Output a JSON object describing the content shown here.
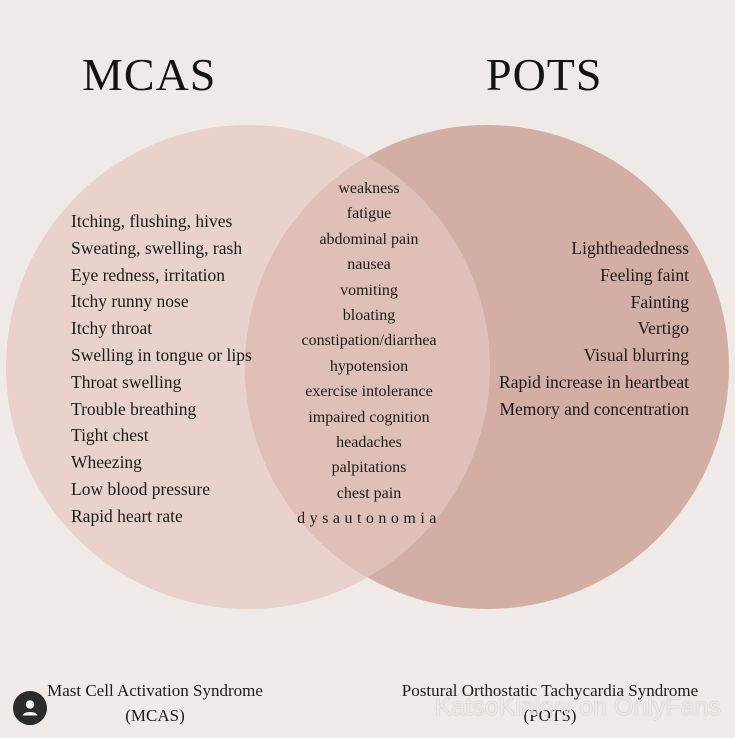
{
  "left_set": {
    "title": "MCAS",
    "items": [
      "Itching, flushing, hives",
      "Sweating, swelling, rash",
      "Eye redness, irritation",
      "Itchy runny nose",
      "Itchy throat",
      "Swelling in tongue or lips",
      "Throat swelling",
      "Trouble breathing",
      "Tight chest",
      "Wheezing",
      "Low blood pressure",
      "Rapid heart rate"
    ],
    "footer_line1": "Mast Cell Activation Syndrome",
    "footer_line2": "(MCAS)",
    "color": "#e8d2cb"
  },
  "right_set": {
    "title": "POTS",
    "items": [
      "Lightheadedness",
      "Feeling faint",
      "Fainting",
      "Vertigo",
      "Visual blurring",
      "Rapid increase in heartbeat",
      "Memory and concentration"
    ],
    "footer_line1": "Postural Orthostatic Tachycardia Syndrome",
    "footer_line2": "(POTS)",
    "color": "#d2aea5"
  },
  "shared": {
    "items": [
      "weakness",
      "fatigue",
      "abdominal pain",
      "nausea",
      "vomiting",
      "bloating",
      "constipation/diarrhea",
      "hypotension",
      "exercise intolerance",
      "impaired cognition",
      "headaches",
      "palpitations",
      "chest pain",
      "dysautonomia"
    ],
    "color": "#dec0b8"
  },
  "overlay": {
    "watermark": "KatsoKinkyy on OnlyFans",
    "avatar_icon": "user-avatar-icon"
  },
  "background": "#efeae5"
}
